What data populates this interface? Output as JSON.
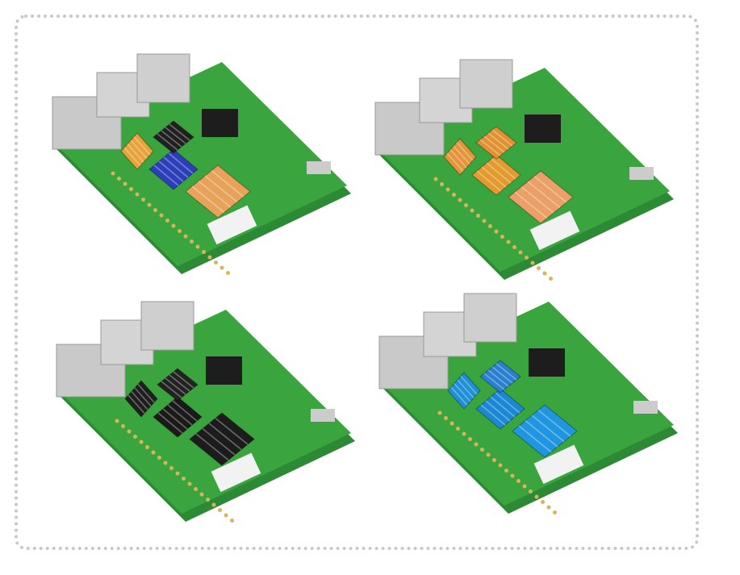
{
  "photos": [
    {
      "heatsink_colors": [
        "#e8a23a",
        "#2b3fb8",
        "#202020",
        "#e7a35a"
      ],
      "variant": "mixed"
    },
    {
      "heatsink_colors": [
        "#e3953a",
        "#e39a2e",
        "#e09232",
        "#eaa066"
      ],
      "variant": "gold"
    },
    {
      "heatsink_colors": [
        "#1e1e1e",
        "#1a1a1a",
        "#222222",
        "#1c1c1c"
      ],
      "variant": "black"
    },
    {
      "heatsink_colors": [
        "#1f8fd6",
        "#1b88d4",
        "#2a7fd0",
        "#2196e0"
      ],
      "variant": "blue"
    }
  ],
  "colors": {
    "pcb": "#3aa53f",
    "pcb_dark": "#2c8a34",
    "metal": "#c9c9c9",
    "frame": "#c8c8c8"
  }
}
